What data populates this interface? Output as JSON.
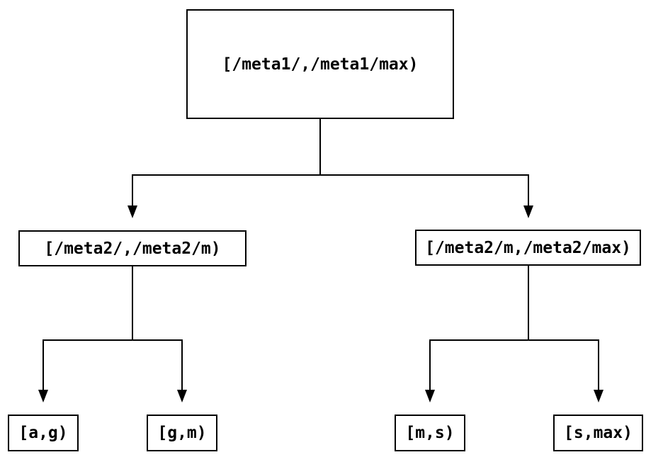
{
  "diagram": {
    "type": "interval-partition-tree",
    "background_color": "#ffffff",
    "line_color": "#000000",
    "text_color": "#000000",
    "nodes": {
      "root": "[/meta1/,/meta1/max)",
      "left": "[/meta2/,/meta2/m)",
      "right": "[/meta2/m,/meta2/max)",
      "leaf_ag": "[a,g)",
      "leaf_gm": "[g,m)",
      "leaf_ms": "[m,s)",
      "leaf_smax": "[s,max)"
    },
    "edges": [
      {
        "from": "root",
        "to": "left"
      },
      {
        "from": "root",
        "to": "right"
      },
      {
        "from": "left",
        "to": "leaf_ag"
      },
      {
        "from": "left",
        "to": "leaf_gm"
      },
      {
        "from": "right",
        "to": "leaf_ms"
      },
      {
        "from": "right",
        "to": "leaf_smax"
      }
    ]
  }
}
